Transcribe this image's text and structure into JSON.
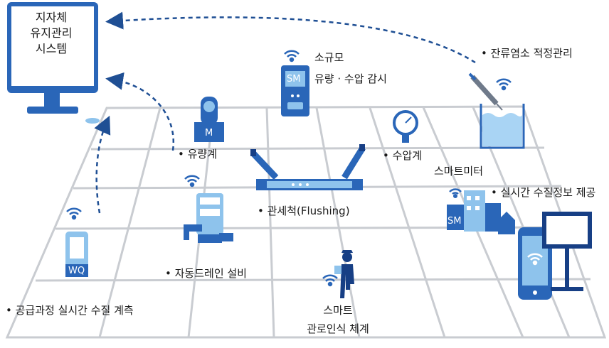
{
  "system": {
    "line1": "지자체",
    "line2": "유지관리",
    "line3": "시스템"
  },
  "labels": {
    "small_scale_line1": "소규모",
    "small_scale_line2": "유량 · 수압 감시",
    "chlorine": "• 잔류염소 적정관리",
    "flow_meter": "• 유량계",
    "pressure_meter": "• 수압계",
    "smart_meter": "스마트미터",
    "realtime_info": "• 실시간 수질정보 제공",
    "flushing": "• 관세척(Flushing)",
    "auto_drain": "• 자동드레인 설비",
    "supply_quality": "• 공급과정 실시간 수질 계측",
    "smart_pipe_line1": "스마트",
    "smart_pipe_line2": "관로인식 체계"
  },
  "badges": {
    "sm": "SM",
    "m": "M",
    "wq": "WQ",
    "sm_building": "SM"
  },
  "icons": [
    "wifi-icon",
    "monitor-icon",
    "flow-meter-icon",
    "pressure-gauge-icon",
    "syringe-icon",
    "water-tank-icon",
    "flushing-pipe-icon",
    "auto-drain-icon",
    "water-quality-sensor-icon",
    "worker-icon",
    "smartphone-icon",
    "display-board-icon",
    "building-icon"
  ],
  "colors": {
    "primary": "#2a66b8",
    "light": "#8ec3ec",
    "dark": "#173f85",
    "grid": "#c9ccd1",
    "arrow": "#1f4f94"
  }
}
